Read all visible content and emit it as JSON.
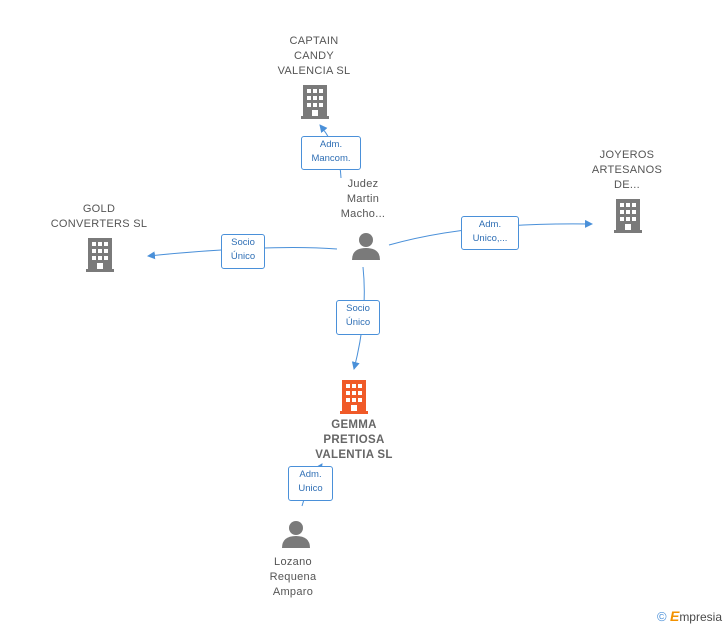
{
  "colors": {
    "edge": "#4a90d9",
    "company_icon": "#7a7a7a",
    "main_company_icon": "#f05a28",
    "person_icon": "#7a7a7a"
  },
  "nodes": {
    "captain_candy": {
      "label": "CAPTAIN\nCANDY\nVALENCIA  SL",
      "icon": "building-icon"
    },
    "joyeros": {
      "label": "JOYEROS\nARTESANOS\nDE...",
      "icon": "building-icon"
    },
    "gold_converters": {
      "label": "GOLD\nCONVERTERS SL",
      "icon": "building-icon"
    },
    "judez": {
      "label": "Judez\nMartin\nMacho...",
      "icon": "person-icon"
    },
    "gemma": {
      "label": "GEMMA\nPRETIOSA\nVALENTIA  SL",
      "icon": "building-icon"
    },
    "lozano": {
      "label": "Lozano\nRequena\nAmparo",
      "icon": "person-icon"
    }
  },
  "edges": {
    "judez_captain": "Adm.\nMancom.",
    "judez_joyeros": "Adm.\nUnico,...",
    "judez_gold": "Socio\nÚnico",
    "judez_gemma": "Socio\nÚnico",
    "lozano_gemma": "Adm.\nUnico"
  },
  "brand": {
    "copyright": "©",
    "initial": "E",
    "rest": "mpresia"
  }
}
